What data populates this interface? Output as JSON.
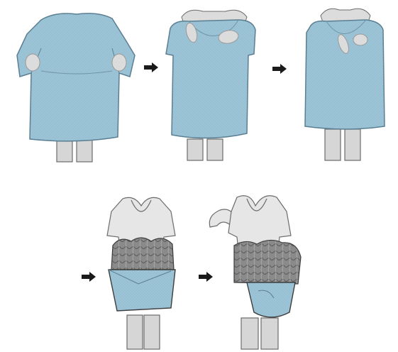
{
  "diagram": {
    "steps": [
      {
        "id": 1,
        "figure": "gown-worn-hands-at-sides"
      },
      {
        "id": 2,
        "figure": "gown-pulled-forward-from-shoulders"
      },
      {
        "id": 3,
        "figure": "gown-pulled-down-arms"
      },
      {
        "id": 4,
        "figure": "gown-rolled-inside-out"
      },
      {
        "id": 5,
        "figure": "gown-bundled-away-from-body"
      }
    ],
    "arrows": [
      "arrow-right-icon",
      "arrow-right-icon",
      "arrow-right-icon",
      "arrow-right-icon"
    ]
  },
  "colors": {
    "gown": "#9cc3d6",
    "gown_outline": "#5a7f92",
    "glove": "#dcdcdc",
    "skin_outline": "#6b6b6b",
    "legs": "#d6d6d6",
    "bundle": "#808080",
    "arrow": "#1a1a1a"
  }
}
